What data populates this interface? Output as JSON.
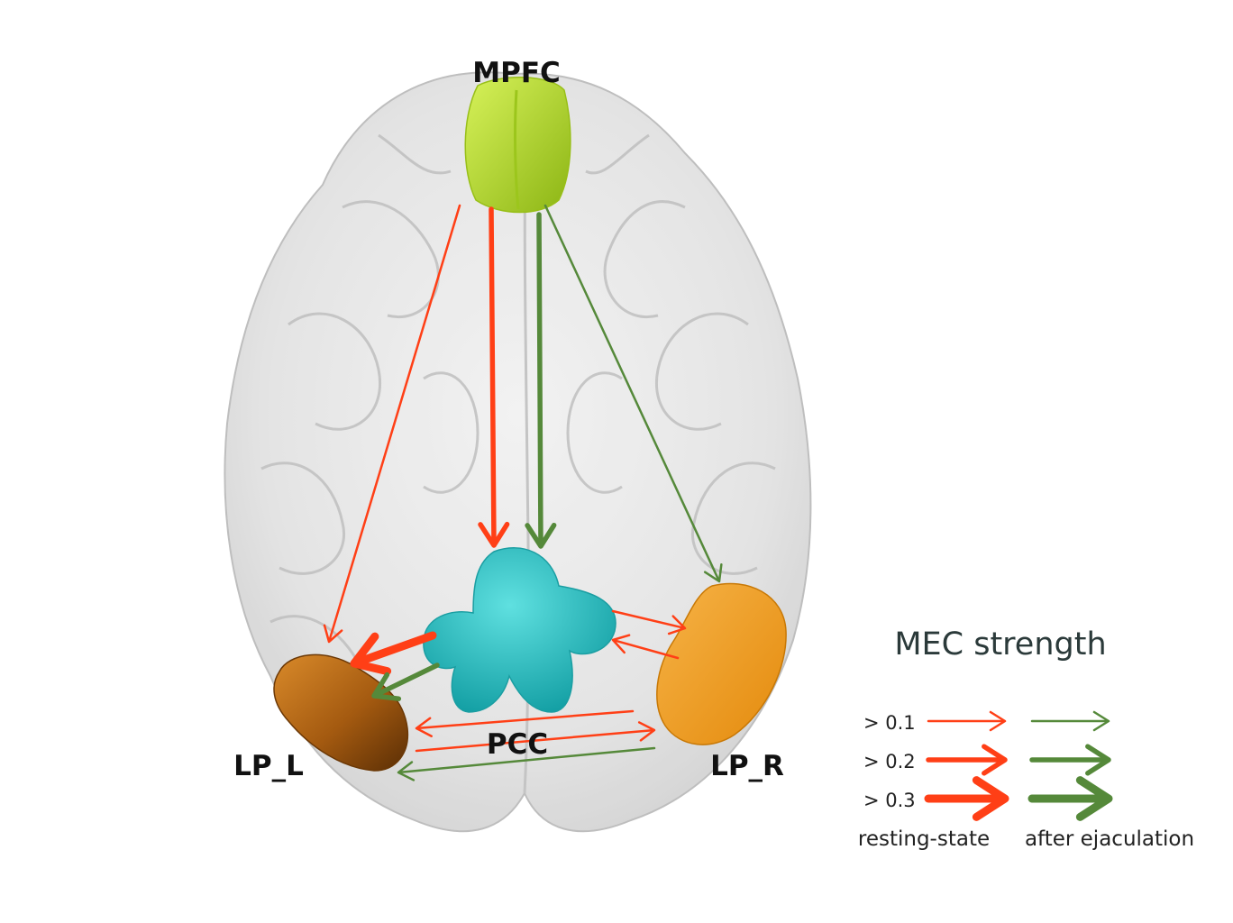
{
  "regions": {
    "mpfc": "MPFC",
    "pcc": "PCC",
    "lp_l": "LP_L",
    "lp_r": "LP_R"
  },
  "connections": [
    {
      "from": "MPFC",
      "to": "LP_L",
      "condition": "resting-state",
      "strength": "> 0.1"
    },
    {
      "from": "MPFC",
      "to": "PCC",
      "condition": "resting-state",
      "strength": "> 0.2"
    },
    {
      "from": "MPFC",
      "to": "PCC",
      "condition": "after ejaculation",
      "strength": "> 0.2"
    },
    {
      "from": "MPFC",
      "to": "LP_R",
      "condition": "after ejaculation",
      "strength": "> 0.1"
    },
    {
      "from": "PCC",
      "to": "LP_L",
      "condition": "resting-state",
      "strength": "> 0.3"
    },
    {
      "from": "PCC",
      "to": "LP_L",
      "condition": "after ejaculation",
      "strength": "> 0.2"
    },
    {
      "from": "PCC",
      "to": "LP_R",
      "condition": "resting-state",
      "strength": "> 0.1"
    },
    {
      "from": "LP_R",
      "to": "PCC",
      "condition": "resting-state",
      "strength": "> 0.1"
    },
    {
      "from": "LP_R",
      "to": "LP_L",
      "condition": "resting-state",
      "strength": "> 0.1"
    },
    {
      "from": "LP_L",
      "to": "LP_R",
      "condition": "resting-state",
      "strength": "> 0.1"
    },
    {
      "from": "LP_R",
      "to": "LP_L",
      "condition": "after ejaculation",
      "strength": "> 0.1"
    }
  ],
  "legend": {
    "title": "MEC strength",
    "thresholds": [
      "> 0.1",
      "> 0.2",
      "> 0.3"
    ],
    "conditions": [
      "resting-state",
      "after ejaculation"
    ]
  },
  "colors": {
    "resting_state": "#ff3f16",
    "after_ejaculation": "#55893a",
    "mpfc": "#b9e12a",
    "pcc": "#27c3c6",
    "lp_l": "#c06d16",
    "lp_r": "#f39a1b",
    "brain": "#dedede"
  }
}
